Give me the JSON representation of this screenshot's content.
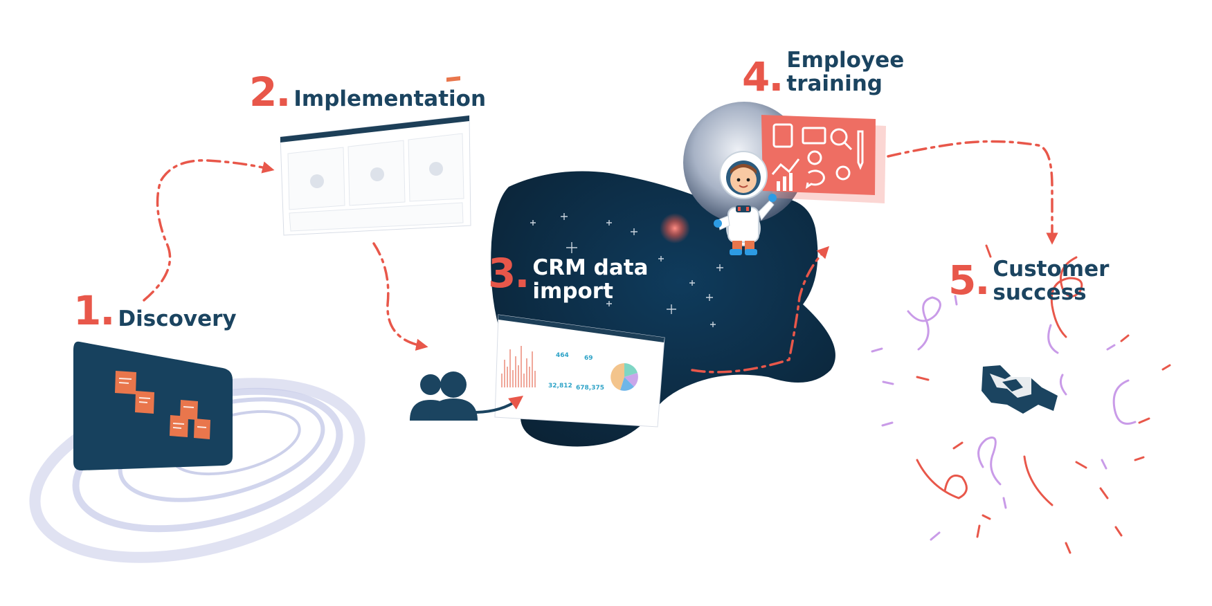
{
  "steps": [
    {
      "number": "1.",
      "title_lines": [
        "Discovery"
      ]
    },
    {
      "number": "2.",
      "title_lines": [
        "Implementation"
      ]
    },
    {
      "number": "3.",
      "title_lines": [
        "CRM data",
        "import"
      ]
    },
    {
      "number": "4.",
      "title_lines": [
        "Employee",
        "training"
      ]
    },
    {
      "number": "5.",
      "title_lines": [
        "Customer",
        "success"
      ]
    }
  ],
  "mockups": {
    "kpi_values": [
      "464",
      "69",
      "32,812",
      "678,375"
    ]
  },
  "colors": {
    "accent": "#e8574a",
    "navy": "#1b4460",
    "space_dark": "#0d2c44",
    "sticky_orange": "#e9764c",
    "lavender": "#c6cbe8",
    "confetti_purple": "#c99be8",
    "confetti_red": "#e8574a"
  }
}
